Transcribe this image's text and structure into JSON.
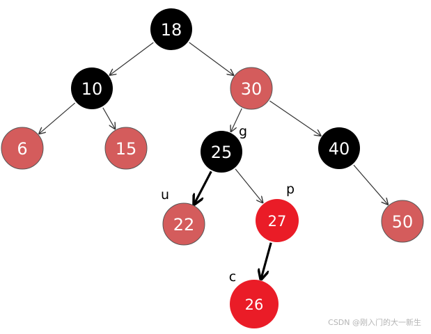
{
  "tree": {
    "nodes": [
      {
        "id": "n18",
        "value": "18",
        "color": "black"
      },
      {
        "id": "n10",
        "value": "10",
        "color": "black"
      },
      {
        "id": "n30",
        "value": "30",
        "color": "red"
      },
      {
        "id": "n6",
        "value": "6",
        "color": "red"
      },
      {
        "id": "n15",
        "value": "15",
        "color": "red"
      },
      {
        "id": "n25",
        "value": "25",
        "color": "black"
      },
      {
        "id": "n40",
        "value": "40",
        "color": "black"
      },
      {
        "id": "n22",
        "value": "22",
        "color": "red"
      },
      {
        "id": "n27",
        "value": "27",
        "color": "bright-red"
      },
      {
        "id": "n50",
        "value": "50",
        "color": "red"
      },
      {
        "id": "n26",
        "value": "26",
        "color": "bright-red"
      }
    ],
    "edges": [
      {
        "from": "n18",
        "to": "n10",
        "bold": false
      },
      {
        "from": "n18",
        "to": "n30",
        "bold": false
      },
      {
        "from": "n10",
        "to": "n6",
        "bold": false
      },
      {
        "from": "n10",
        "to": "n15",
        "bold": false
      },
      {
        "from": "n30",
        "to": "n25",
        "bold": false
      },
      {
        "from": "n30",
        "to": "n40",
        "bold": false
      },
      {
        "from": "n25",
        "to": "n22",
        "bold": true
      },
      {
        "from": "n25",
        "to": "n27",
        "bold": false
      },
      {
        "from": "n40",
        "to": "n50",
        "bold": false
      },
      {
        "from": "n27",
        "to": "n26",
        "bold": true
      }
    ],
    "roles": [
      {
        "node": "n25",
        "label": "g"
      },
      {
        "node": "n22",
        "label": "u"
      },
      {
        "node": "n27",
        "label": "p"
      },
      {
        "node": "n26",
        "label": "c"
      }
    ]
  },
  "colors": {
    "black": "#000000",
    "red": "#d45c5c",
    "bright-red": "#ea1c27",
    "edge": "#333333",
    "node_outline": "#555555"
  },
  "watermark": "CSDN @刚入门的大一新生"
}
